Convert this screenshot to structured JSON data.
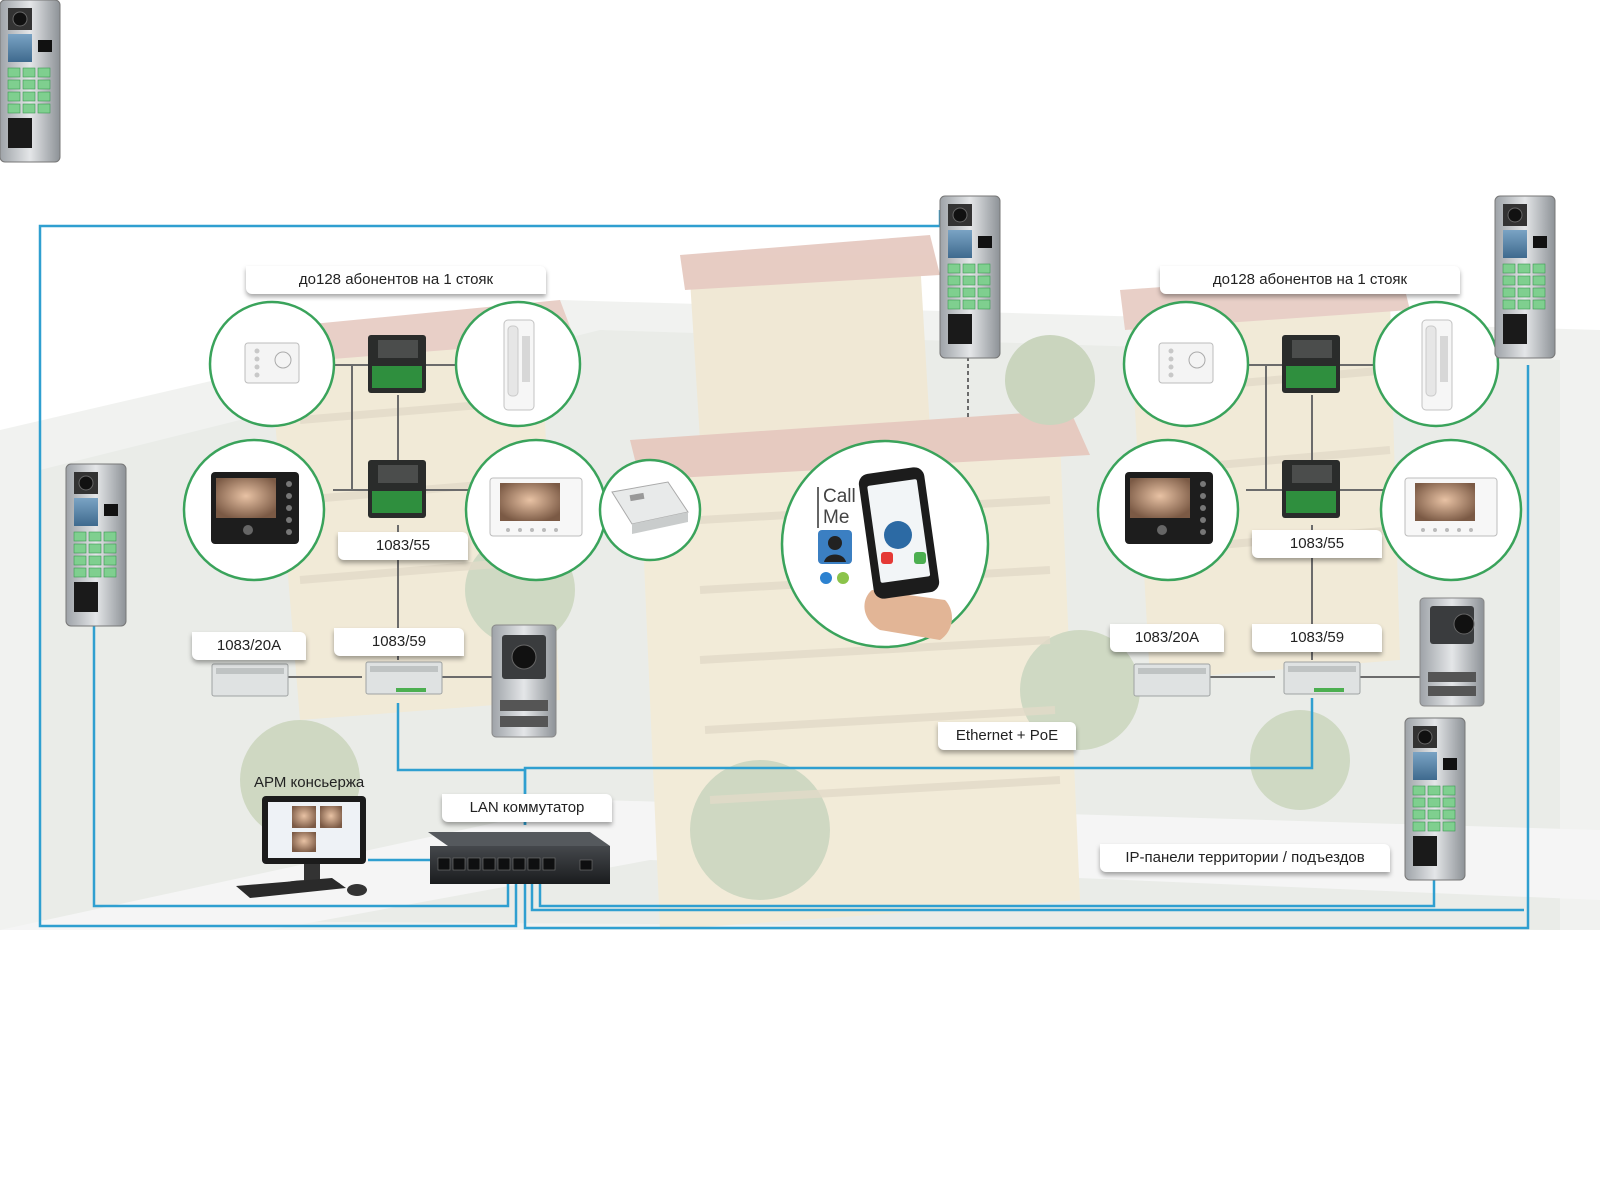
{
  "labels": {
    "subscribers_left": "до128 абонентов на 1 стояк",
    "subscribers_right": "до128 абонентов на 1 стояк",
    "dist_left": "1083/55",
    "dist_right": "1083/55",
    "power_left": "1083/20A",
    "power_right": "1083/20A",
    "gateway_left": "1083/59",
    "gateway_right": "1083/59",
    "ethernet_poe": "Ethernet + PoE",
    "concierge": "АРМ консьержа",
    "lan_switch": "LAN коммутатор",
    "ip_panels": "IP-панели территории / подъездов"
  },
  "app": {
    "line1": "Call",
    "line2": "Me"
  },
  "colors": {
    "cable": "#2f9fd0",
    "ring": "#3aa35b",
    "bus": "#6b6b6b",
    "label_bg": "#ffffff"
  },
  "icons": [
    "intercom-panel-icon",
    "audio-handset-icon",
    "video-monitor-icon",
    "distributor-icon",
    "power-supply-icon",
    "smartphone-icon",
    "lan-switch-icon",
    "computer-icon"
  ]
}
